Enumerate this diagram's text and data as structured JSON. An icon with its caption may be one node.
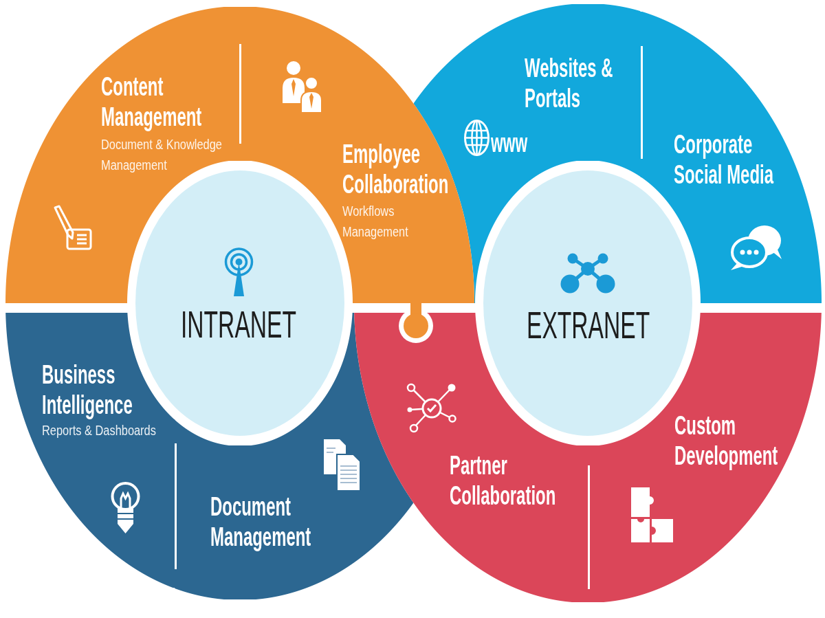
{
  "diagram": {
    "nodes": [
      {
        "text": [
          "Content Management",
          "Document & Knowledge Management"
        ]
      },
      {
        "text": [
          "Employee Collaboration",
          "Workflows Management"
        ]
      },
      {
        "text": [
          "INTRANET"
        ]
      },
      {
        "text": [
          "Websites & Portals",
          "www"
        ]
      },
      {
        "text": [
          "Corporate Social Media"
        ]
      },
      {
        "text": [
          "EXTRANET"
        ]
      },
      {
        "text": [
          "Business Intelligence",
          "Reports & Dashboards"
        ]
      },
      {
        "text": [
          "Document Management"
        ]
      },
      {
        "text": [
          "Partner Collaboration"
        ]
      },
      {
        "text": [
          "Custom Development"
        ]
      }
    ]
  }
}
